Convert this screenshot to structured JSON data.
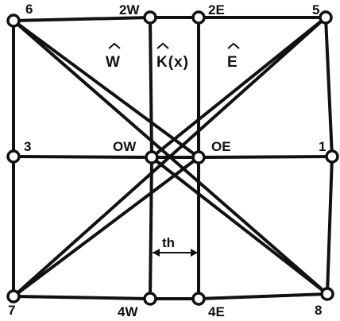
{
  "diagram": {
    "node_labels": {
      "n6": "6",
      "n2W": "2W",
      "n2E": "2E",
      "n5": "5",
      "n3": "3",
      "nOW": "OW",
      "nOE": "OE",
      "n1": "1",
      "n7": "7",
      "n4W": "4W",
      "n4E": "4E",
      "n8": "8"
    },
    "region_labels": {
      "west": "W",
      "center": "K(x)",
      "east": "E"
    },
    "dimension_label": "th",
    "stroke_color": "#111111",
    "background_color": "#ffffff"
  }
}
